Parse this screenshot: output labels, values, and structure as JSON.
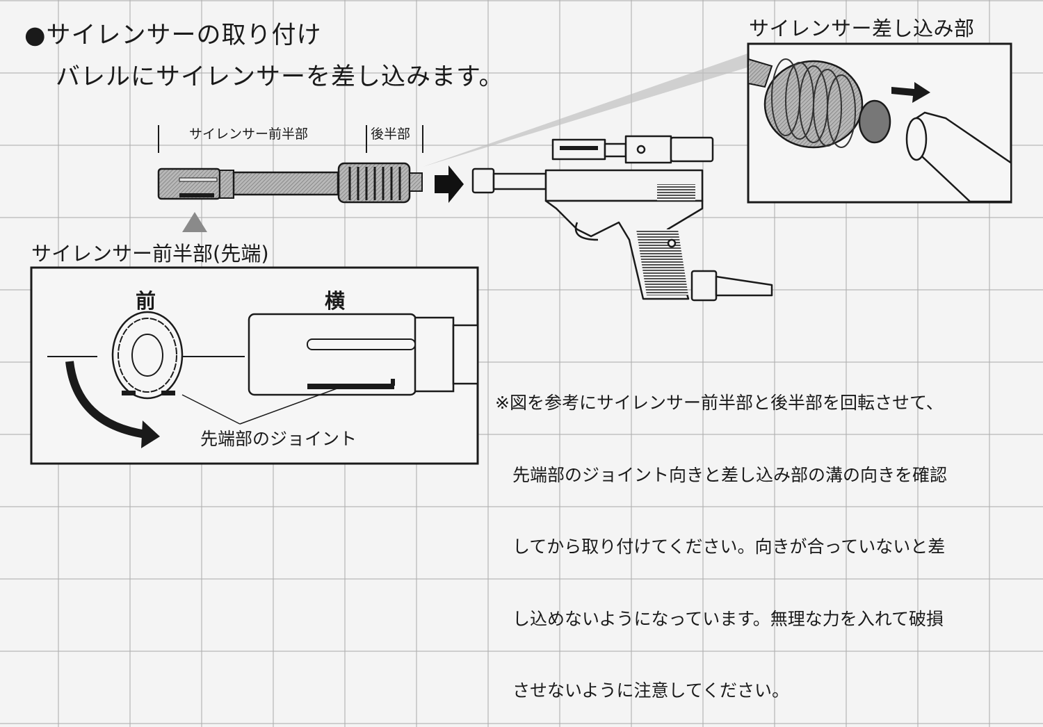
{
  "heading": {
    "bullet": "●",
    "title": "サイレンサーの取り付け",
    "subtitle": "バレルにサイレンサーを差し込みます。"
  },
  "inset": {
    "label": "サイレンサー差し込み部"
  },
  "silencer_parts": {
    "front_label": "サイレンサー前半部",
    "rear_label": "後半部"
  },
  "tip_detail": {
    "caption": "サイレンサー前半部(先端)",
    "view_front": "前",
    "view_side": "横",
    "joint_label": "先端部のジョイント"
  },
  "note": {
    "lines": [
      "※図を参考にサイレンサー前半部と後半部を回転させて、",
      "　先端部のジョイント向きと差し込み部の溝の向きを確認",
      "　してから取り付けてください。向きが合っていないと差",
      "　し込めないようになっています。無理な力を入れて破損",
      "　させないように注意してください。"
    ]
  },
  "colors": {
    "ink": "#1a1a1a",
    "hatch": "#9a9a9a",
    "paper": "#f4f4f4",
    "grid": "#afafaf"
  }
}
